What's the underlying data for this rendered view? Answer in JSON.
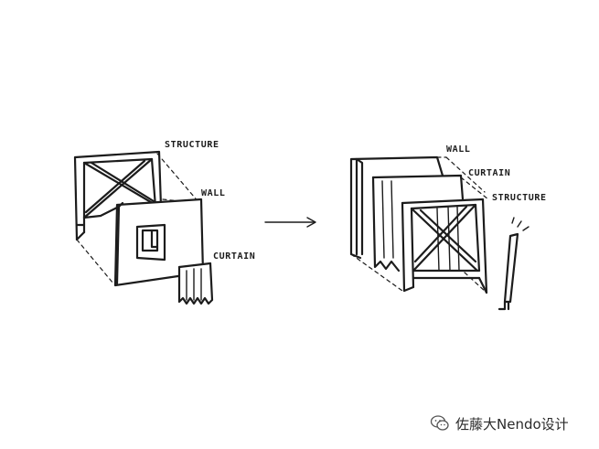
{
  "labels": {
    "left_structure": "STRUCTURE",
    "left_wall": "WALL",
    "left_curtain": "CURTAIN",
    "right_wall": "WALL",
    "right_curtain": "CURTAIN",
    "right_structure": "STRUCTURE"
  },
  "watermark": {
    "text": "佐藤大Nendo设计",
    "icon": "wechat-icon"
  },
  "colors": {
    "ink": "#1c1c1c",
    "background": "#ffffff"
  }
}
